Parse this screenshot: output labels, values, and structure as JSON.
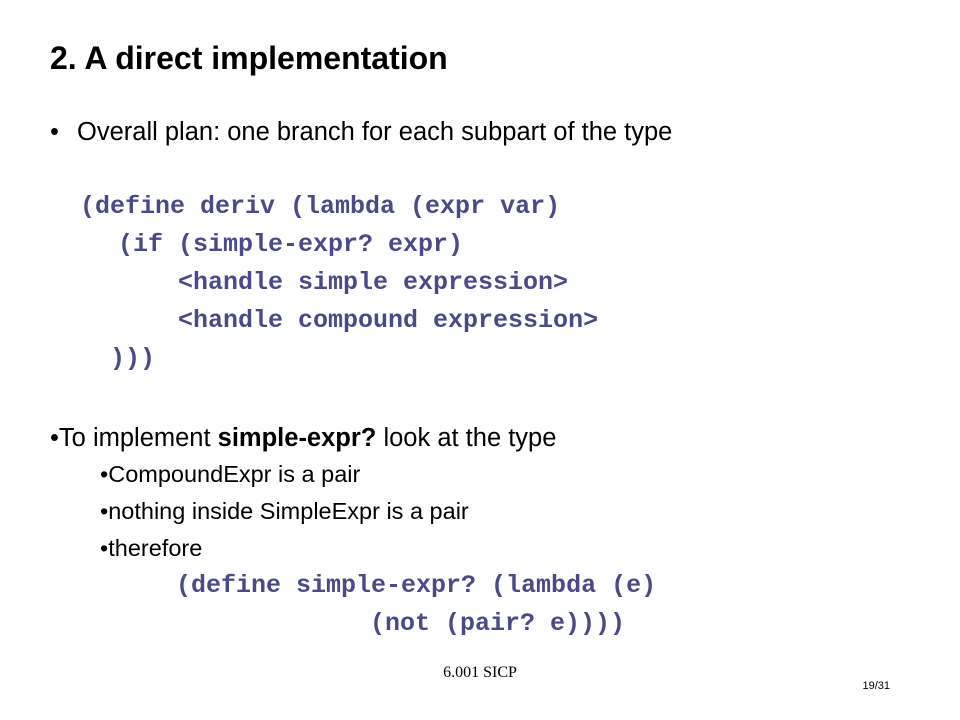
{
  "slide": {
    "title": "2. A direct implementation",
    "bullet1": {
      "marker": "•",
      "text": "Overall plan: one branch for each subpart of the type"
    },
    "code1": [
      "(define deriv (lambda (expr var)",
      "(if (simple-expr? expr)",
      "<handle simple expression>",
      "<handle compound expression>",
      ")))"
    ],
    "bullet2": {
      "prefix": "•To implement ",
      "bold": "simple-expr?",
      "suffix": " look at the type"
    },
    "sub_bullets": [
      "•CompoundExpr is a pair",
      "•nothing inside SimpleExpr is a pair",
      "•therefore"
    ],
    "code2": [
      "(define simple-expr? (lambda (e)",
      "(not (pair? e))))"
    ],
    "footer": "6.001 SICP",
    "page_number": "19/31",
    "colors": {
      "code": "#4a4a8a",
      "text": "#000000",
      "background": "#ffffff"
    }
  }
}
